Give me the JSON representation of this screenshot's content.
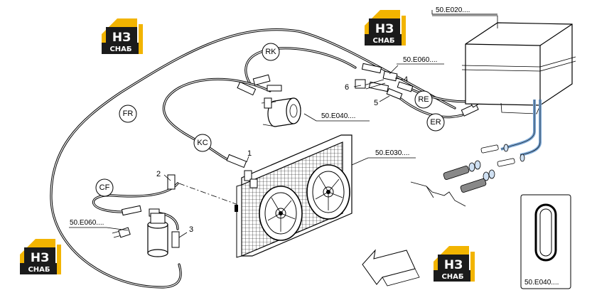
{
  "logo": {
    "mark": "НЗ",
    "text": "СНАБ",
    "colors": {
      "gold": "#f2b400",
      "dark": "#1b1b1b"
    }
  },
  "callouts": {
    "rk": "RK",
    "fr": "FR",
    "kc": "KC",
    "cf": "CF",
    "re": "RE",
    "er": "ER"
  },
  "items": {
    "i1": "1",
    "i2": "2",
    "i3": "3",
    "i4": "4",
    "i5": "5",
    "i6": "6"
  },
  "refs": {
    "cab_unit": "50.E020....",
    "fitting_top": "50.E060....",
    "compressor": "50.E040....",
    "condenser": "50.E030....",
    "fitting_left": "50.E060....",
    "oring_inset": "50.E040...."
  }
}
